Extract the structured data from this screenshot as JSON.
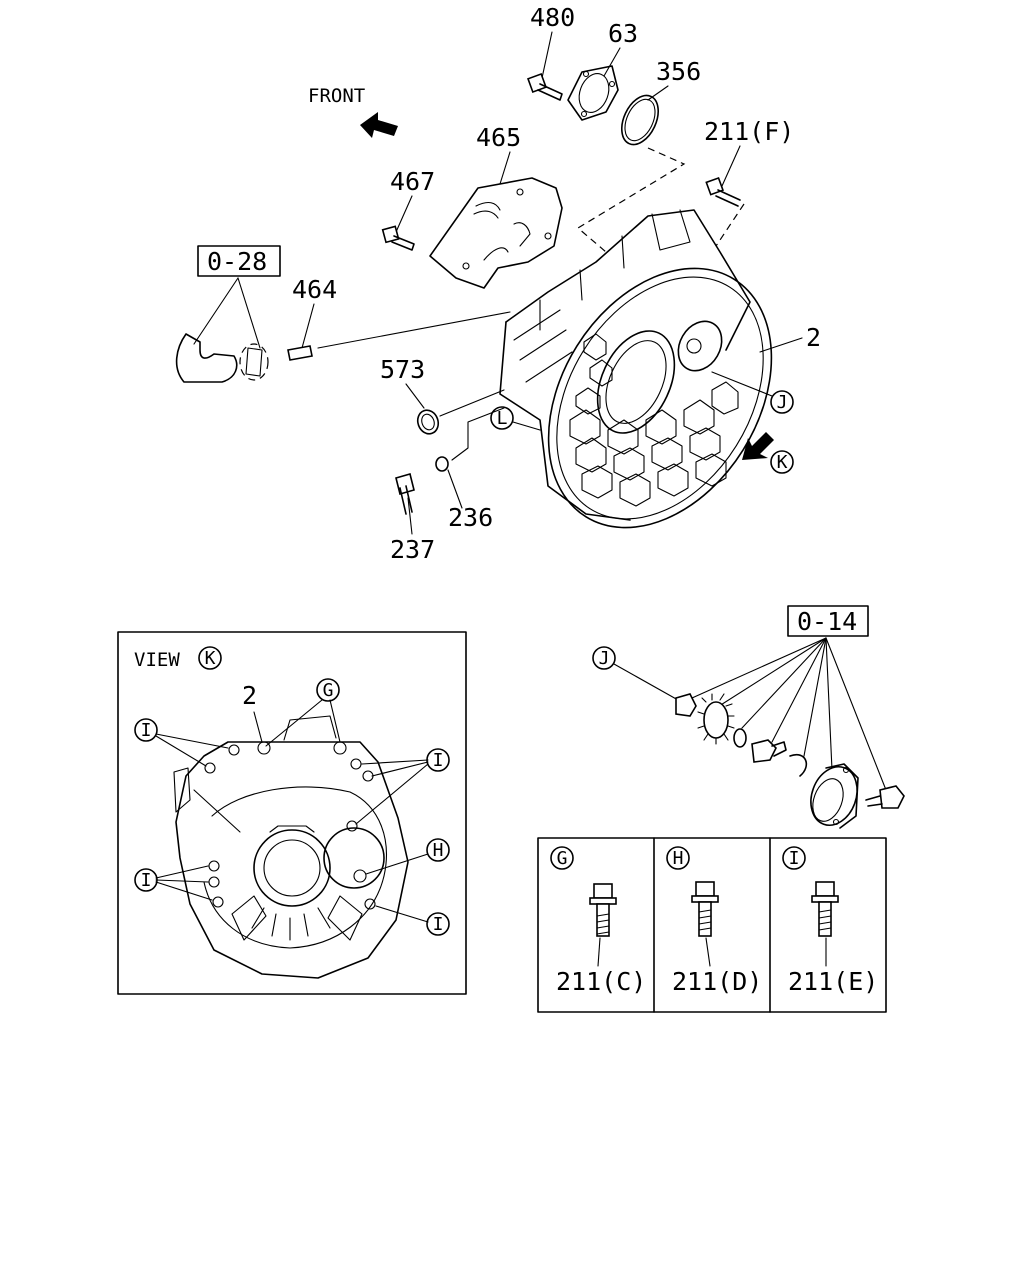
{
  "labels": {
    "front": "FRONT",
    "ref_o28": "0-28",
    "ref_o14": "0-14",
    "part_480": "480",
    "part_63": "63",
    "part_356": "356",
    "part_211f": "211(F)",
    "part_465": "465",
    "part_467": "467",
    "part_464": "464",
    "part_2": "2",
    "part_573": "573",
    "part_236": "236",
    "part_237": "237",
    "view_k": "VIEW",
    "view_part_2": "2"
  },
  "circle_markers": {
    "j": "J",
    "k": "K",
    "l": "L",
    "g": "G",
    "h": "H",
    "i": "I"
  },
  "bolt_table": [
    {
      "marker": "G",
      "part": "211(C)"
    },
    {
      "marker": "H",
      "part": "211(D)"
    },
    {
      "marker": "I",
      "part": "211(E)"
    }
  ]
}
